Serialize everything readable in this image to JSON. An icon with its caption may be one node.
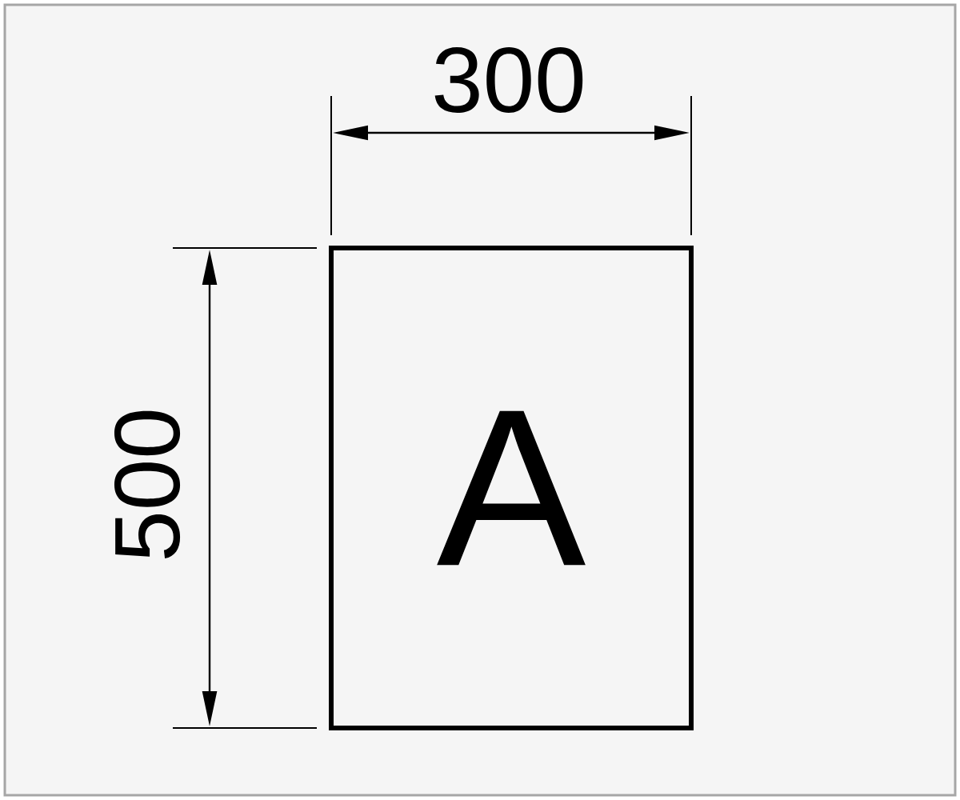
{
  "diagram": {
    "nodes": [
      {
        "text": [
          "A"
        ]
      }
    ],
    "labels": [
      "300",
      "500"
    ]
  }
}
